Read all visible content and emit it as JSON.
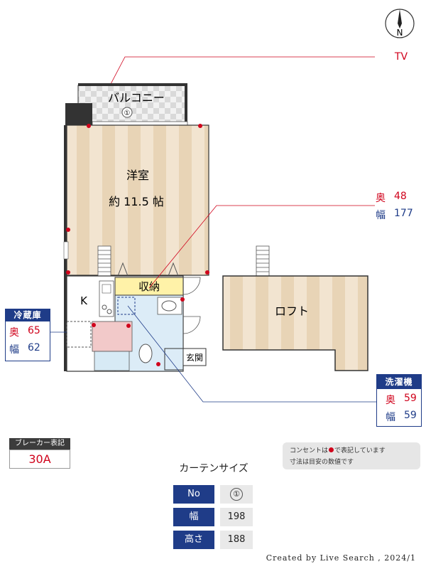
{
  "compass": {
    "label": "N"
  },
  "tv_label": "TV",
  "rooms": {
    "balcony": "バルコニー",
    "balcony_window": "①",
    "western_room": "洋室",
    "western_size": "約 11.5 帖",
    "storage": "収納",
    "kitchen": "K",
    "entrance": "玄関",
    "loft": "ロフト"
  },
  "callouts": {
    "storage_dims": {
      "depth_label": "奥",
      "depth": "48",
      "width_label": "幅",
      "width": "177"
    },
    "fridge": {
      "title": "冷蔵庫",
      "depth_label": "奥",
      "depth": "65",
      "width_label": "幅",
      "width": "62"
    },
    "washer": {
      "title": "洗濯機",
      "depth_label": "奥",
      "depth": "59",
      "width_label": "幅",
      "width": "59"
    }
  },
  "breaker": {
    "label": "ブレーカー表記",
    "value": "30A"
  },
  "notes": {
    "line1_a": "コンセントは",
    "line1_b": "で表記しています",
    "line2": "寸法は目安の数値です"
  },
  "curtain": {
    "title": "カーテンサイズ",
    "rows": [
      {
        "label": "No",
        "value": "①"
      },
      {
        "label": "幅",
        "value": "198"
      },
      {
        "label": "高さ",
        "value": "188"
      }
    ]
  },
  "credit": "Created by Live Search , 2024/1",
  "colors": {
    "accent_blue": "#1f3c88",
    "accent_red": "#d0021b",
    "floor": "#f1e3cf",
    "floor_stripe": "#e7d2b4"
  }
}
